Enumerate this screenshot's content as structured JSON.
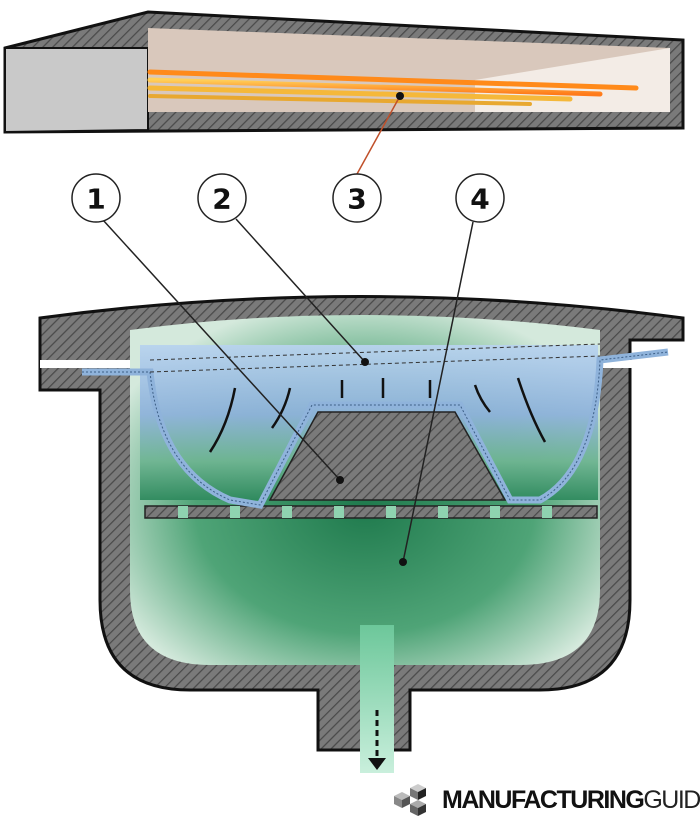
{
  "diagram": {
    "labels": [
      {
        "id": "1",
        "text": "1"
      },
      {
        "id": "2",
        "text": "2"
      },
      {
        "id": "3",
        "text": "3"
      },
      {
        "id": "4",
        "text": "4"
      }
    ],
    "colors": {
      "hatch": "#6b6b6b",
      "heater": "#f5a623",
      "plastic_sheet": "#a9c7e6",
      "vacuum": "#5fb38a"
    }
  },
  "logo": {
    "bold_text": "MANUFACTURING",
    "light_text": "GUIDE"
  }
}
